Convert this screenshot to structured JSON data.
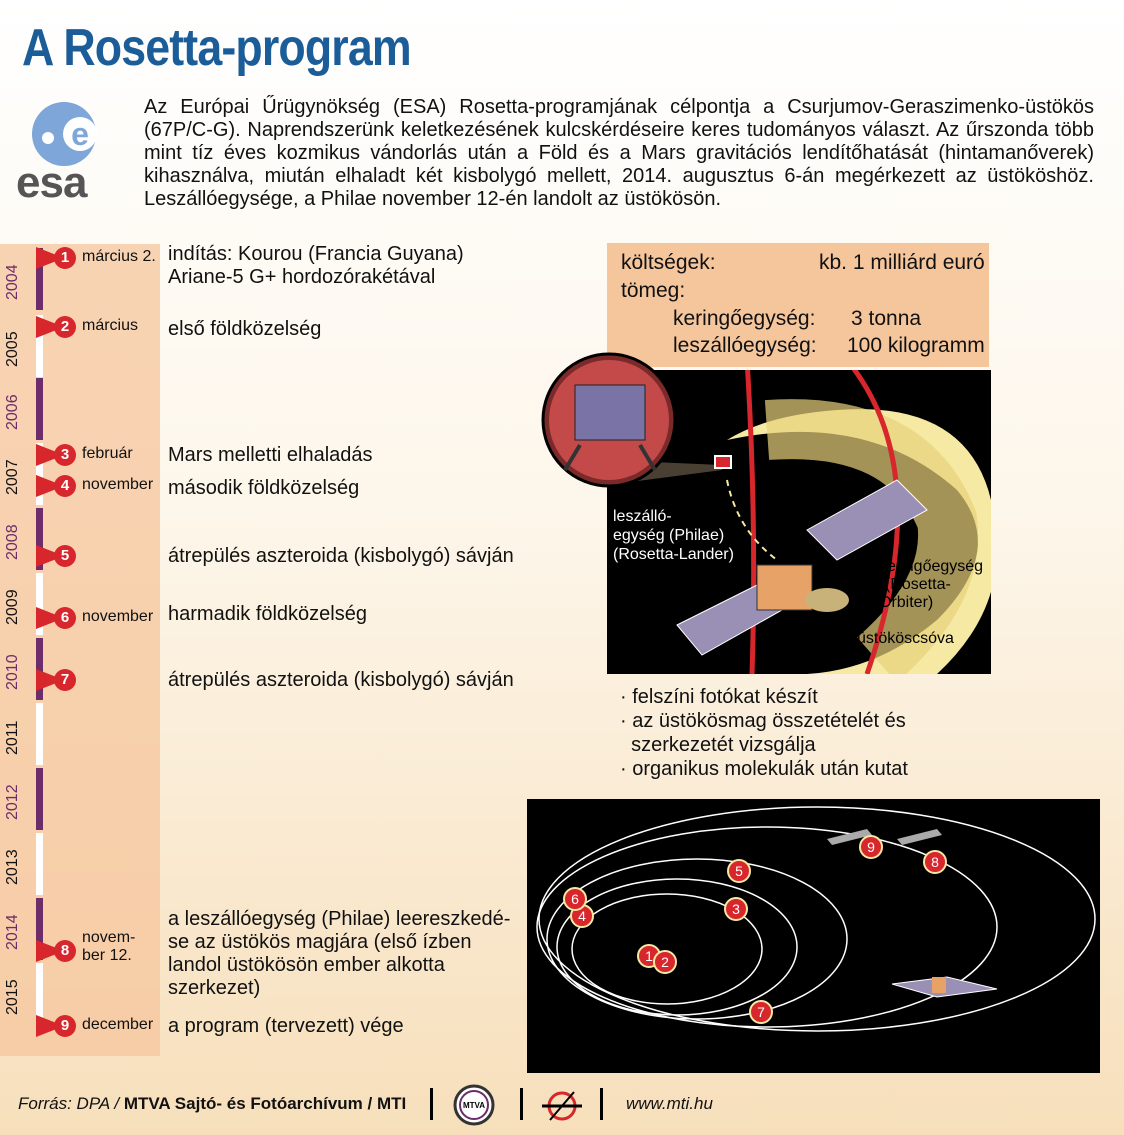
{
  "title": "A Rosetta-program",
  "logo": {
    "text": "esa",
    "icon": "esa-logo-icon"
  },
  "intro": "Az Európai Űrügynökség (ESA) Rosetta-programjának célpontja a Csurjumov-Geraszimenko-üstökös (67P/C-G). Naprendszerünk keletkezésének kulcskérdéseire keres tudományos választ. Az űrszonda több mint tíz éves kozmikus vándorlás után a Föld és a Mars gravitációs lendítőhatását (hintamanőverek) kihasználva, miután elhaladt két kisbolygó mellett, 2014. augusztus 6-án megérkezett az üstököshöz. Leszállóegysége, a Philae november 12-én landolt az üstökösön.",
  "years": [
    "2004",
    "2005",
    "2006",
    "2007",
    "2008",
    "2009",
    "2010",
    "2011",
    "2012",
    "2013",
    "2014",
    "2015"
  ],
  "events": [
    {
      "num": "1",
      "date": "március 2.",
      "desc": [
        "indítás: Kourou (Francia Guyana)",
        "Ariane-5 G+ hordozórakétával"
      ]
    },
    {
      "num": "2",
      "date": "március",
      "desc": [
        "első földközelség"
      ]
    },
    {
      "num": "3",
      "date": "február",
      "desc": [
        "Mars melletti elhaladás"
      ]
    },
    {
      "num": "4",
      "date": "november",
      "desc": [
        "második földközelség"
      ]
    },
    {
      "num": "5",
      "date": "",
      "desc": [
        "átrepülés aszteroida (kisbolygó) sávján"
      ]
    },
    {
      "num": "6",
      "date": "november",
      "desc": [
        "harmadik földközelség"
      ]
    },
    {
      "num": "7",
      "date": "",
      "desc": [
        "átrepülés aszteroida (kisbolygó) sávján"
      ]
    },
    {
      "num": "8",
      "date": "novem-\nber 12.",
      "desc": [
        "a leszállóegység (Philae) leereszkedé-",
        "se az üstökös magjára (első ízben",
        "landol üstökösön ember alkotta",
        "szerkezet)"
      ]
    },
    {
      "num": "9",
      "date": "december",
      "desc": [
        "a program (tervezett) vége"
      ]
    }
  ],
  "stats": {
    "cost_label": "költségek:",
    "cost_value": "kb. 1 milliárd euró",
    "mass_label": "tömeg:",
    "orbiter_label": "keringőegység:",
    "orbiter_value": "3 tonna",
    "lander_label": "leszállóegység:",
    "lander_value": "100 kilogramm"
  },
  "illustration": {
    "lander_label": [
      "leszálló-",
      "egység (Philae)",
      "(Rosetta-Lander)"
    ],
    "orbiter_label": [
      "keringőegység",
      "(Rosetta-",
      "Orbiter)"
    ],
    "tail_label": "üstököscsóva"
  },
  "bullets": [
    "felszíni fotókat készít",
    "az üstökösmag összetételét és",
    "szerkezetét vizsgálja",
    "organikus molekulák után kutat"
  ],
  "orbit_markers": [
    "1",
    "2",
    "3",
    "4",
    "5",
    "6",
    "7",
    "8",
    "9"
  ],
  "footer": {
    "source_prefix": "Forrás: DPA /",
    "source_org": "MTVA Sajtó- és Fotóarchívum / MTI",
    "mtva_logo": "MTVA",
    "url": "www.mti.hu"
  },
  "colors": {
    "title": "#1b5d99",
    "marker": "#d7262c",
    "timeline": "#6d2c6a",
    "panel": "#f5c59c"
  }
}
